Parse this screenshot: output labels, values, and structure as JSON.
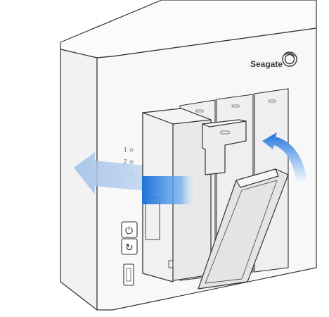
{
  "brand": {
    "name": "Seagate",
    "logo": "seagate-swirl-logo"
  },
  "led_labels": [
    "1",
    "2",
    "3"
  ],
  "front_buttons": [
    {
      "name": "power-button",
      "icon": "power-icon",
      "glyph": "⏻"
    },
    {
      "name": "sync-button",
      "icon": "sync-icon",
      "glyph": "↻"
    }
  ],
  "colors": {
    "outline": "#333333",
    "panel_fill": "#f4f4f4",
    "bay_fill": "#ececec",
    "tray_fill": "#e8e8e8",
    "accent_blue": "#1a6fd1"
  },
  "icons": {
    "eject_arrow": "left-arrow-icon",
    "open_arrow": "curved-arrow-icon",
    "bay_release": "release-tab-icon"
  }
}
